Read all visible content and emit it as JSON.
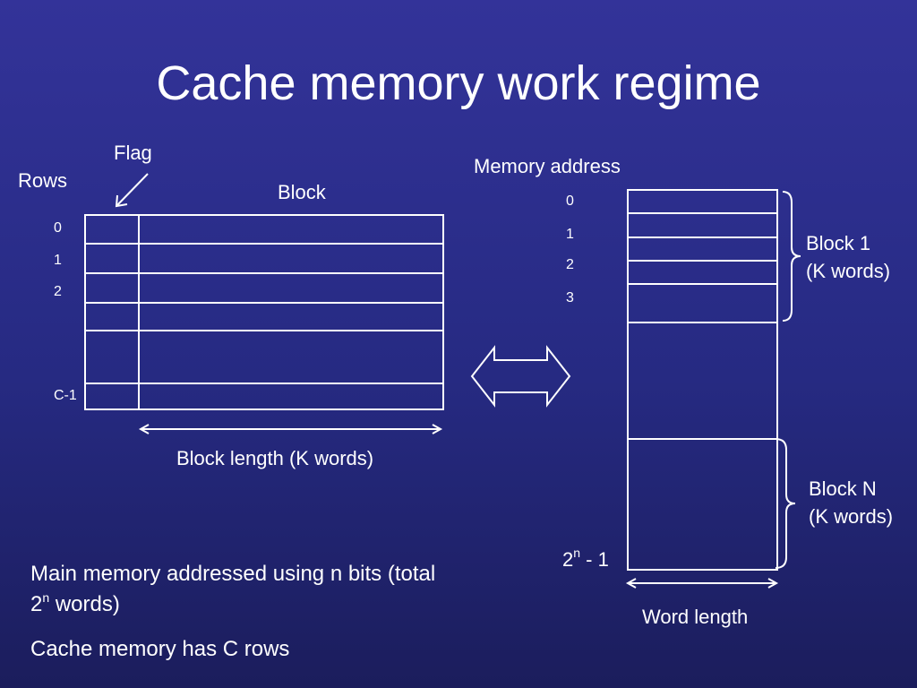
{
  "slide": {
    "title": "Cache memory work regime"
  },
  "cache": {
    "flag_label": "Flag",
    "rows_label": "Rows",
    "block_label": "Block",
    "row_indices": [
      "0",
      "1",
      "2"
    ],
    "last_row_index": "C-1",
    "length_label": "Block length (K words)"
  },
  "memory": {
    "address_label": "Memory address",
    "address_indices": [
      "0",
      "1",
      "2",
      "3"
    ],
    "last_address_base": "2",
    "last_address_exp": "n",
    "last_address_rest": " - 1",
    "block1_line1": "Block 1",
    "block1_line2": "(K words)",
    "blockN_line1": "Block N",
    "blockN_line2": "(K words)",
    "word_length_label": "Word length"
  },
  "notes": {
    "line1_a": "Main memory addressed using n bits (total",
    "line1_b_base": "2",
    "line1_b_exp": "n",
    "line1_b_rest": " words)",
    "line2": "Cache memory has C rows"
  }
}
